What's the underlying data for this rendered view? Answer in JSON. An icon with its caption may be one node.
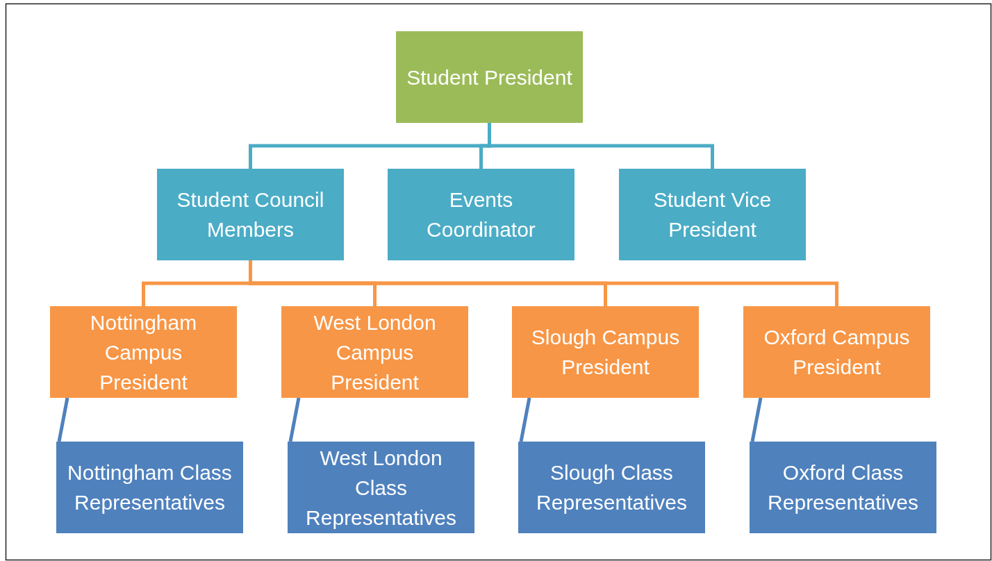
{
  "diagram": {
    "nodes": [
      {
        "text": [
          "Student President"
        ]
      },
      {
        "text": [
          "Student Council Members"
        ]
      },
      {
        "text": [
          "Events Coordinator"
        ]
      },
      {
        "text": [
          "Student Vice President"
        ]
      },
      {
        "text": [
          "Nottingham Campus President"
        ]
      },
      {
        "text": [
          "West London Campus President"
        ]
      },
      {
        "text": [
          "Slough Campus President"
        ]
      },
      {
        "text": [
          "Oxford Campus President"
        ]
      },
      {
        "text": [
          "Nottingham Class Representatives"
        ]
      },
      {
        "text": [
          "West London Class Representatives"
        ]
      },
      {
        "text": [
          "Slough Class Representatives"
        ]
      },
      {
        "text": [
          "Oxford Class Representatives"
        ]
      }
    ],
    "edges": [
      {
        "from": 0,
        "to": 1,
        "arrow": "none",
        "color": "#4bacc6"
      },
      {
        "from": 0,
        "to": 2,
        "arrow": "none",
        "color": "#4bacc6"
      },
      {
        "from": 0,
        "to": 3,
        "arrow": "none",
        "color": "#4bacc6"
      },
      {
        "from": 1,
        "to": 4,
        "arrow": "none",
        "color": "#f79646"
      },
      {
        "from": 1,
        "to": 5,
        "arrow": "none",
        "color": "#f79646"
      },
      {
        "from": 1,
        "to": 6,
        "arrow": "none",
        "color": "#f79646"
      },
      {
        "from": 1,
        "to": 7,
        "arrow": "none",
        "color": "#f79646"
      },
      {
        "from": 4,
        "to": 8,
        "arrow": "none",
        "color": "#4f81bd"
      },
      {
        "from": 5,
        "to": 9,
        "arrow": "none",
        "color": "#4f81bd"
      },
      {
        "from": 6,
        "to": 10,
        "arrow": "none",
        "color": "#4f81bd"
      },
      {
        "from": 7,
        "to": 11,
        "arrow": "none",
        "color": "#4f81bd"
      }
    ]
  }
}
